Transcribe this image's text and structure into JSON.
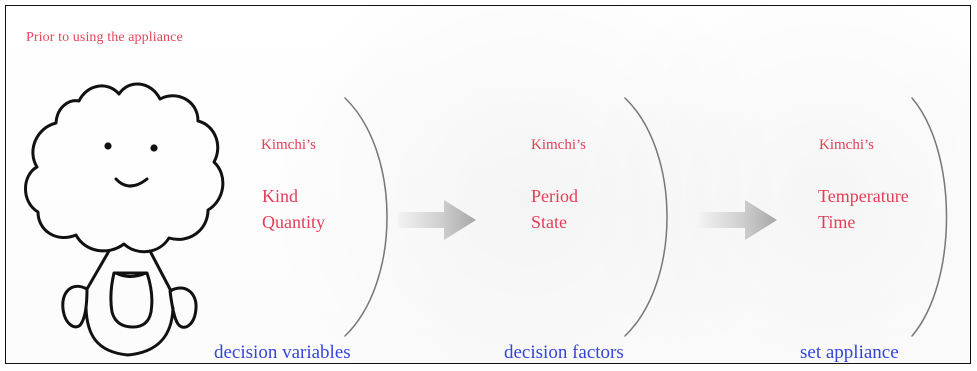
{
  "header": {
    "title": "Prior to using the appliance"
  },
  "sections": [
    {
      "owner": "Kimchi’s",
      "line1": "Kind",
      "line2": "Quantity",
      "bottom": "decision variables"
    },
    {
      "owner": "Kimchi’s",
      "line1": "Period",
      "line2": "State",
      "bottom": "decision factors"
    },
    {
      "owner": "Kimchi’s",
      "line1": "Temperature",
      "line2": "Time",
      "bottom": "set appliance"
    }
  ],
  "icons": {
    "person": "person-icon",
    "arrow": "arrow-right-icon"
  },
  "colors": {
    "title": "#e6445a",
    "section_text": "#e53d56",
    "bottom_text": "#3344d8",
    "line": "#777777",
    "arrow": "#c8c8c8"
  }
}
